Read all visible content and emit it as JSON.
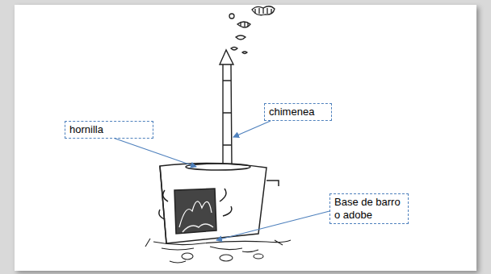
{
  "diagram": {
    "nodes": [
      {
        "text": [
          "chimenea"
        ]
      },
      {
        "text": [
          "hornilla"
        ]
      },
      {
        "text": [
          "Base de barro o adobe"
        ]
      }
    ]
  }
}
